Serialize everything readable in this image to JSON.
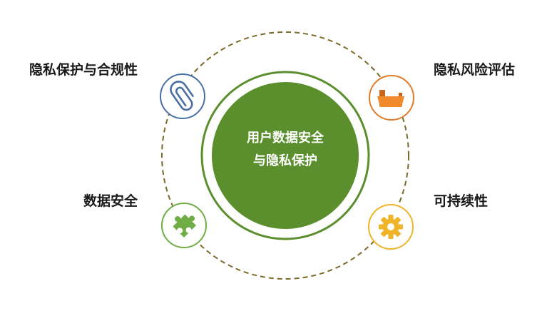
{
  "center": {
    "line1": "用户数据安全",
    "line2": "与隐私保护"
  },
  "nodes": {
    "privacy_compliance": {
      "label": "隐私保护与合规性",
      "icon": "paperclip-icon",
      "color": "#4a6fa5"
    },
    "data_security": {
      "label": "数据安全",
      "icon": "puzzle-icon",
      "color": "#70ad47"
    },
    "risk_assessment": {
      "label": "隐私风险评估",
      "icon": "folder-icon",
      "color": "#e07b2a"
    },
    "sustainability": {
      "label": "可持续性",
      "icon": "gear-icon",
      "color": "#f0b429"
    }
  },
  "colors": {
    "center_fill": "#5b8f2e",
    "center_ring": "#5b8f2e",
    "orbit": "#7a6a2a"
  }
}
